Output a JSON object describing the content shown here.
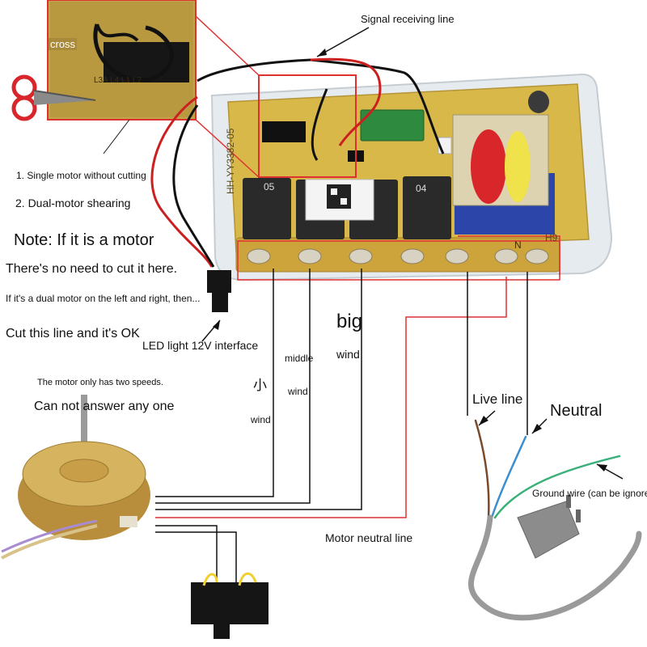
{
  "labels": {
    "signal_receiving_line": "Signal receiving line",
    "cross": "cross",
    "single_motor": "1. Single motor without cutting",
    "dual_motor": "2. Dual-motor shearing",
    "note": "Note: If it is a motor",
    "no_need_cut": "There's no need to cut it here.",
    "dual_left_right": "If it's a dual motor on the left and right, then...",
    "cut_line": "Cut this line and it's OK",
    "led_interface": "LED light 12V interface",
    "two_speeds": "The motor only has two speeds.",
    "cannot_answer": "Can not answer any one",
    "small_char": "小",
    "wind_small": "wind",
    "middle": "middle",
    "wind_middle": "wind",
    "big": "big",
    "wind_big": "wind",
    "live_line": "Live line",
    "neutral": "Neutral",
    "ground_wire": "Ground wire (can be ignored",
    "motor_neutral": "Motor neutral line"
  },
  "board_markings": {
    "left_label": "HH-YY3382-05",
    "right_label": "H9",
    "n_label": "N",
    "relay_labels": [
      "05",
      "04"
    ],
    "inset_labels": "L3A L4 L1 L2"
  },
  "colors": {
    "annotation_red": "#e03131",
    "board_pcb": "#d9b84a",
    "relay_black": "#2a2a2a",
    "transformer_blue": "#2b45a8",
    "coil_red": "#d8262a",
    "coil_yellow": "#f0e24a",
    "motor_brass": "#c9a14e",
    "wire_black": "#111111",
    "wire_red": "#cc1f1f",
    "wire_blue": "#3b8fd1",
    "wire_green": "#3ab07a",
    "wire_brown": "#7a4a2a",
    "cord_gray": "#9a9a9a"
  },
  "icons": {
    "scissors": "scissors-icon",
    "motor": "motor-icon",
    "capacitor": "capacitor-icon",
    "plug": "plug-icon",
    "connector": "connector-icon"
  }
}
